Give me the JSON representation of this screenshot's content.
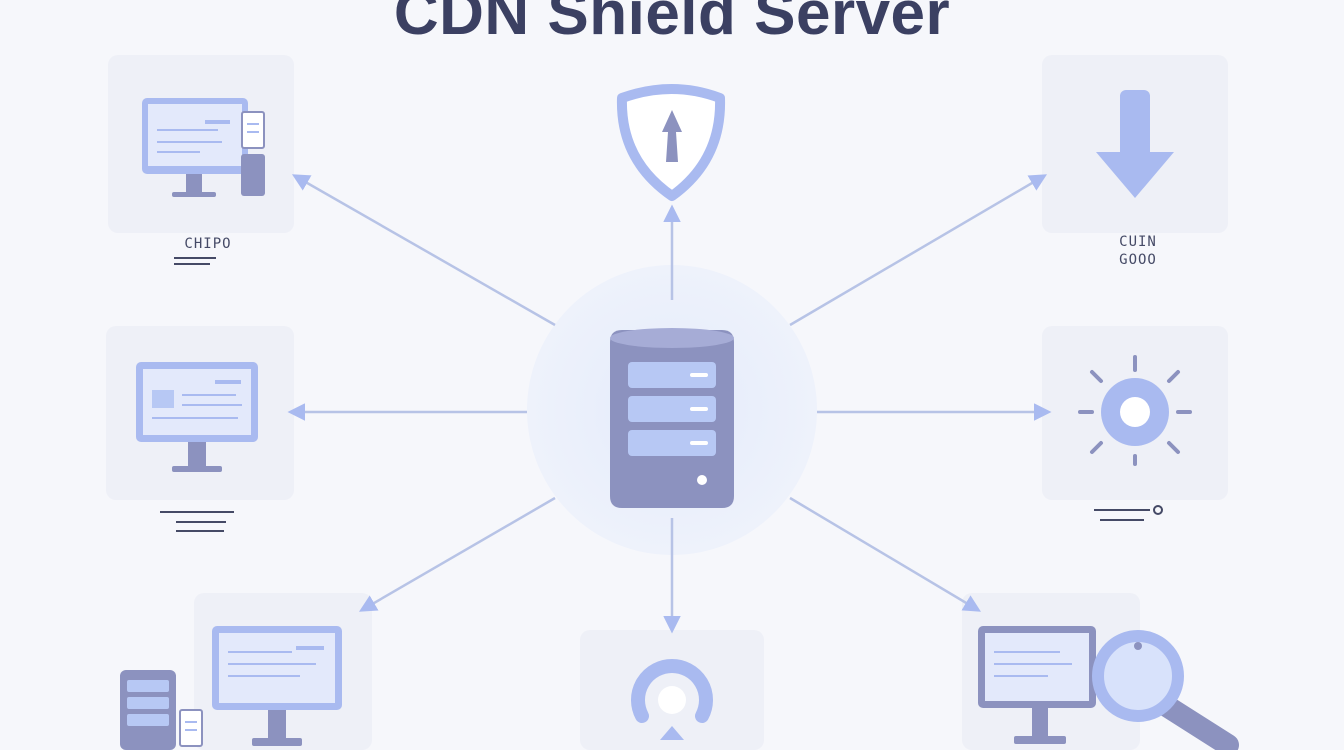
{
  "title": "CDN Shield Server",
  "colors": {
    "background": "#f6f7fb",
    "title": "#3b4062",
    "accent": "#a9baf0",
    "accent_dark": "#8a93c4",
    "server": "#8c92bf",
    "card": "#eef0f7",
    "line": "#b7c3e6"
  },
  "center": {
    "icon": "server-icon"
  },
  "nodes": [
    {
      "id": "top-left",
      "icon": "workstation-icon",
      "caption_lines": [
        "CHIPO"
      ]
    },
    {
      "id": "top",
      "icon": "shield-icon",
      "caption_lines": []
    },
    {
      "id": "top-right",
      "icon": "download-arrow-icon",
      "caption_lines": [
        "CUIN",
        "GOOO"
      ]
    },
    {
      "id": "mid-left",
      "icon": "monitor-icon",
      "caption_lines": []
    },
    {
      "id": "mid-right",
      "icon": "gear-icon",
      "caption_lines": []
    },
    {
      "id": "bottom-left",
      "icon": "monitor-server-icon",
      "caption_lines": []
    },
    {
      "id": "bottom",
      "icon": "location-icon",
      "caption_lines": []
    },
    {
      "id": "bottom-right",
      "icon": "magnifier-icon",
      "caption_lines": []
    }
  ]
}
